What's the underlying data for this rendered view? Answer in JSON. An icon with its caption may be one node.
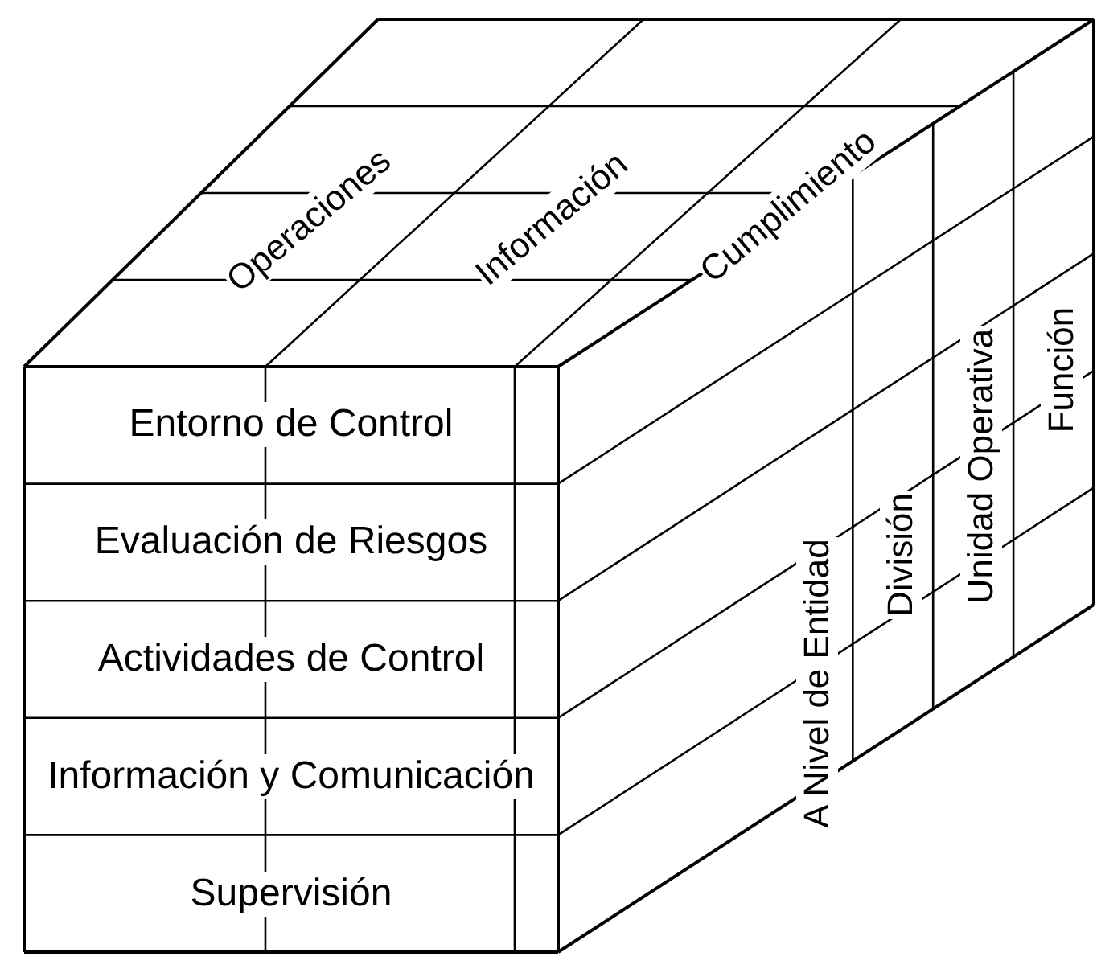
{
  "diagram": {
    "nodes": [
      {
        "text": [
          "Operaciones"
        ]
      },
      {
        "text": [
          "Información"
        ]
      },
      {
        "text": [
          "Cumplimiento"
        ]
      },
      {
        "text": [
          "Entorno de Control"
        ]
      },
      {
        "text": [
          "Evaluación de Riesgos"
        ]
      },
      {
        "text": [
          "Actividades de Control"
        ]
      },
      {
        "text": [
          "Información y Comunicación"
        ]
      },
      {
        "text": [
          "Supervisión"
        ]
      },
      {
        "text": [
          "A Nivel de Entidad"
        ]
      },
      {
        "text": [
          "División"
        ]
      },
      {
        "text": [
          "Unidad Operativa"
        ]
      },
      {
        "text": [
          "Función"
        ]
      }
    ]
  }
}
